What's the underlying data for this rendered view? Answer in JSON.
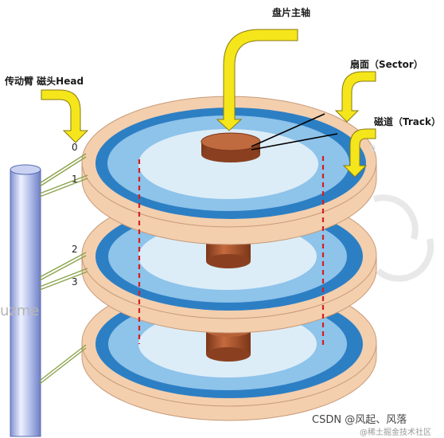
{
  "labels": {
    "spindle": "盘片主轴",
    "arm_head": "传动臂 磁头Head",
    "sector": "扇面（Sector）",
    "track": "磁道（Track）"
  },
  "head_numbers": [
    "0",
    "1",
    "2",
    "3"
  ],
  "track_number": "0",
  "watermarks": {
    "left": "uzme",
    "credit": "CSDN @风起、风落",
    "community": "@稀土掘金技术社区"
  },
  "colors": {
    "arrow_fill": "#f4e61a",
    "arrow_stroke": "#8a7a10",
    "platter_edge": "#f3cfae",
    "platter_outer": "#2d7fc4",
    "platter_mid": "#8ec3ea",
    "platter_center": "#dcedf8",
    "spindle": "#a8542e",
    "marker_line": "#d41f1f",
    "column": "#9aa8dd"
  }
}
